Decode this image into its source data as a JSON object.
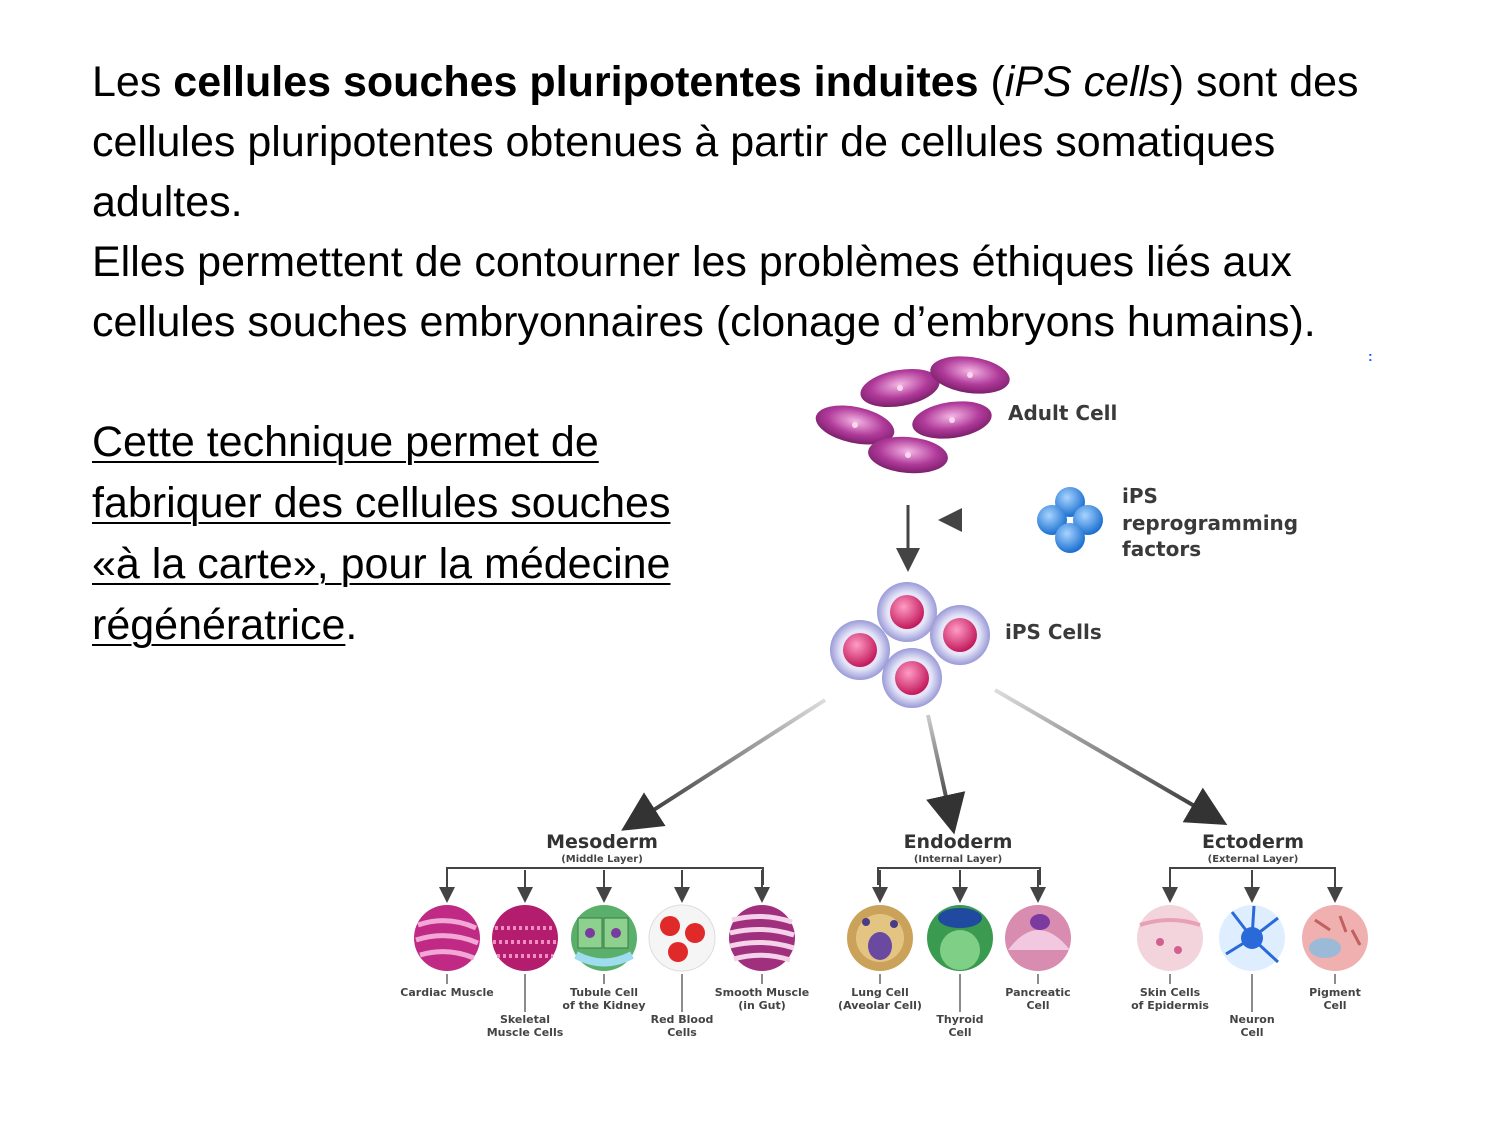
{
  "paragraph": {
    "line1_pre": "Les ",
    "line1_bold": "cellules souches pluripotentes induites",
    "line1_open": " (",
    "line1_italic": "iPS cells",
    "line1_post": ") sont des",
    "line2": "cellules pluripotentes obtenues à partir de cellules somatiques",
    "line3": "adultes.",
    "line4": "Elles permettent de contourner les problèmes éthiques liés aux",
    "line5": "cellules souches embryonnaires (clonage d’embryons humains)."
  },
  "note": {
    "line1": "Cette technique permet de",
    "line2": "fabriquer des cellules souches",
    "line3": "«à la carte», pour la médecine",
    "line4": "régénératrice",
    "line4_end": "."
  },
  "stray_mark": ":",
  "diagram": {
    "adult_cell": "Adult Cell",
    "factors_l1": "iPS",
    "factors_l2": "reprogramming",
    "factors_l3": "factors",
    "ips_cells": "iPS Cells",
    "mesoderm": "Mesoderm",
    "mesoderm_sub": "(Middle Layer)",
    "endoderm": "Endoderm",
    "endoderm_sub": "(Internal Layer)",
    "ectoderm": "Ectoderm",
    "ectoderm_sub": "(External Layer)",
    "cells": [
      {
        "l1": "Cardiac Muscle",
        "l2": ""
      },
      {
        "l1": "Skeletal",
        "l2": "Muscle Cells"
      },
      {
        "l1": "Tubule Cell",
        "l2": "of the Kidney"
      },
      {
        "l1": "Red Blood",
        "l2": "Cells"
      },
      {
        "l1": "Smooth Muscle",
        "l2": "(in Gut)"
      },
      {
        "l1": "Lung Cell",
        "l2": "(Aveolar Cell)"
      },
      {
        "l1": "Thyroid",
        "l2": "Cell"
      },
      {
        "l1": "Pancreatic",
        "l2": "Cell"
      },
      {
        "l1": "Skin Cells",
        "l2": "of Epidermis"
      },
      {
        "l1": "Neuron",
        "l2": "Cell"
      },
      {
        "l1": "Pigment",
        "l2": "Cell"
      }
    ]
  }
}
